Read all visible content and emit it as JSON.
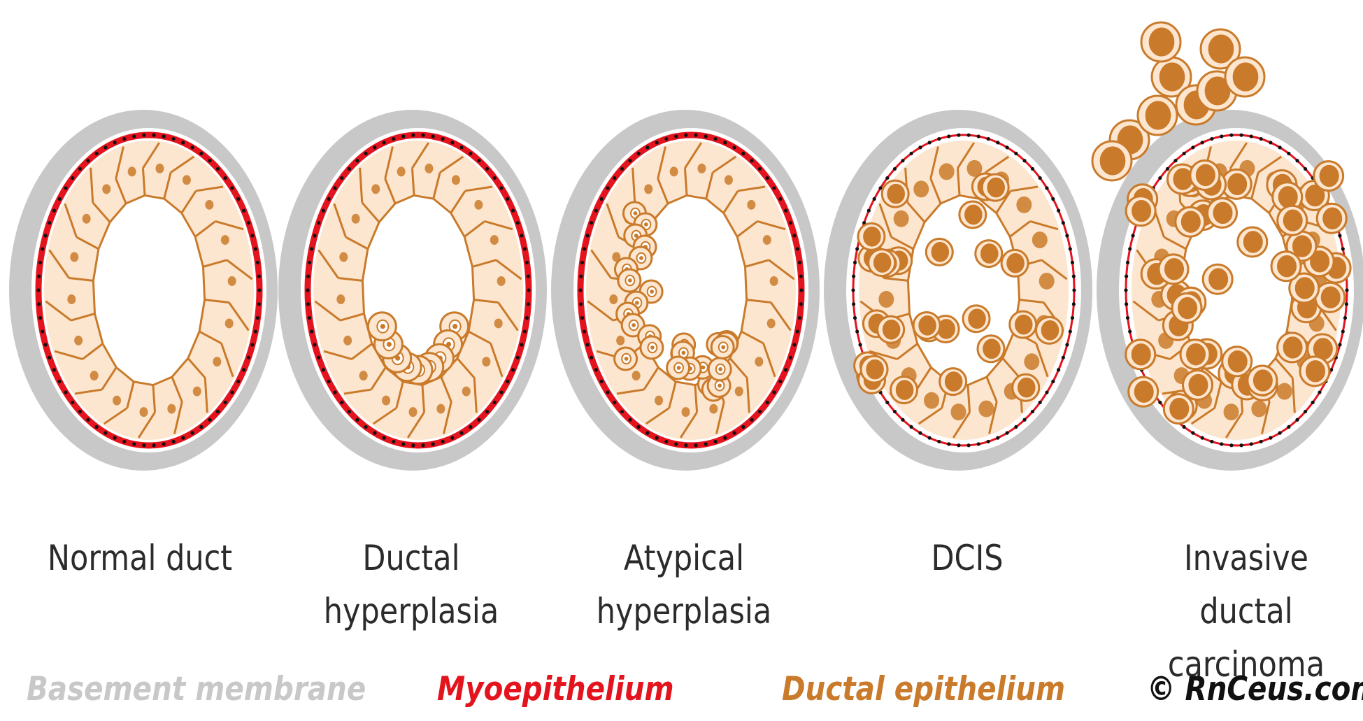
{
  "stages": [
    {
      "label_line1": "Normal duct",
      "label_line2": ""
    },
    {
      "label_line1": "Ductal",
      "label_line2": "hyperplasia"
    },
    {
      "label_line1": "Atypical",
      "label_line2": "hyperplasia"
    },
    {
      "label_line1": "DCIS",
      "label_line2": ""
    },
    {
      "label_line1": "Invasive ductal",
      "label_line2": "carcinoma"
    }
  ],
  "legend": {
    "basement_membrane": "Basement membrane",
    "myoepithelium": "Myoepithelium",
    "ductal_epithelium": "Ductal epithelium",
    "copyright": "© RnCeus.com"
  },
  "colors": {
    "basement_membrane": "#c8c8c8",
    "myoepithelium": "#e3141e",
    "ductal_epithelium": "#c97a2a",
    "cell_fill": "#fde6cf",
    "nucleus": "#c97a2a",
    "label_text": "#2b2b2b",
    "copyright_text": "#111111"
  }
}
